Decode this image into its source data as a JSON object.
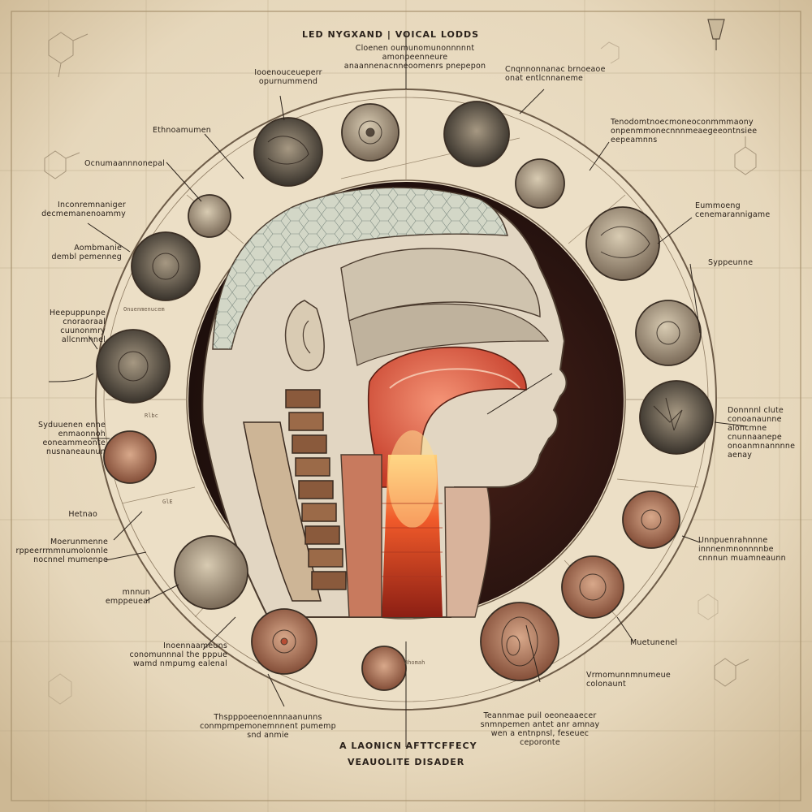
{
  "diagram": {
    "title_top": "LED NYGXAND | VOICAL LODDS",
    "title_bottom_line1": "A LAONICN AFTTCFFECY",
    "title_bottom_line2": "VEAUOLITE DISADER",
    "labels": {
      "top_center_sub": "Cloenen oumunomunonnnnnt amonpeenneure\nanaannenacnneoomenrs pnepepon",
      "top_left_1": "Iooenouceueperr\nopurnummend",
      "left_1": "Ethnoamumen",
      "left_2": "Ocnumaannnonepal",
      "left_3": "Inconremnaniger\ndecmemanenoammy",
      "left_4": "Aombmanie\ndembl pemenneg",
      "left_5": "Heepuppunpe\ncnoraoraal cuunonmry\nallcnmhnel",
      "left_6": "Syduuenen enne\nenmaonnoh\neoneammeonte\nnusnaneaunun",
      "left_7": "Hetnao",
      "left_8": "Moerunmenne\nrppeerrmmnumolonnle\nnocnnel mumenpe",
      "left_9": "mnnun\nemppeueal",
      "bottom_left_1": "Inoennaameuns\nconomunnnal the pppue\nwamd nmpumg ealenal",
      "bottom_left_2": "Thspppoeenoennnaanunns\nconmpmpemonemnnent pumemp\nsnd anmie",
      "top_right_1": "Cnqnnonnanac brnoeaoe\nonat entlcnnaneme",
      "right_1": "Tenodomtnoecmoneoconmmmaony\nonpenmmonecnnnmeaegeeontnsiee\neepeamnns",
      "right_2": "Eummoeng\ncenemarannigame",
      "right_3": "Syppeunne",
      "right_4": "Donnnnl clute\nconoanaunne\naloncmne\ncnunnaanepe\nonoanmnannnne\naenay",
      "right_5": "Unnpuenrahnnne\ninnnenmnonnnnbe\ncnnnun muamneaunn",
      "right_6": "Muetunenel",
      "right_7": "Vrmomunnmnumeue\ncolonaunt",
      "bottom_right_1": "Teannmae puil oeoneaaecer\nsnmnpemen antet anr amnay\nwen a entnpnsl, feseuec\nceporonte"
    },
    "small_marks": {
      "near_left_a": "Rlbc",
      "near_left_b": "GlE",
      "near_bottom": "Bhomah",
      "near_left_c": "Onuenmenucem"
    }
  }
}
